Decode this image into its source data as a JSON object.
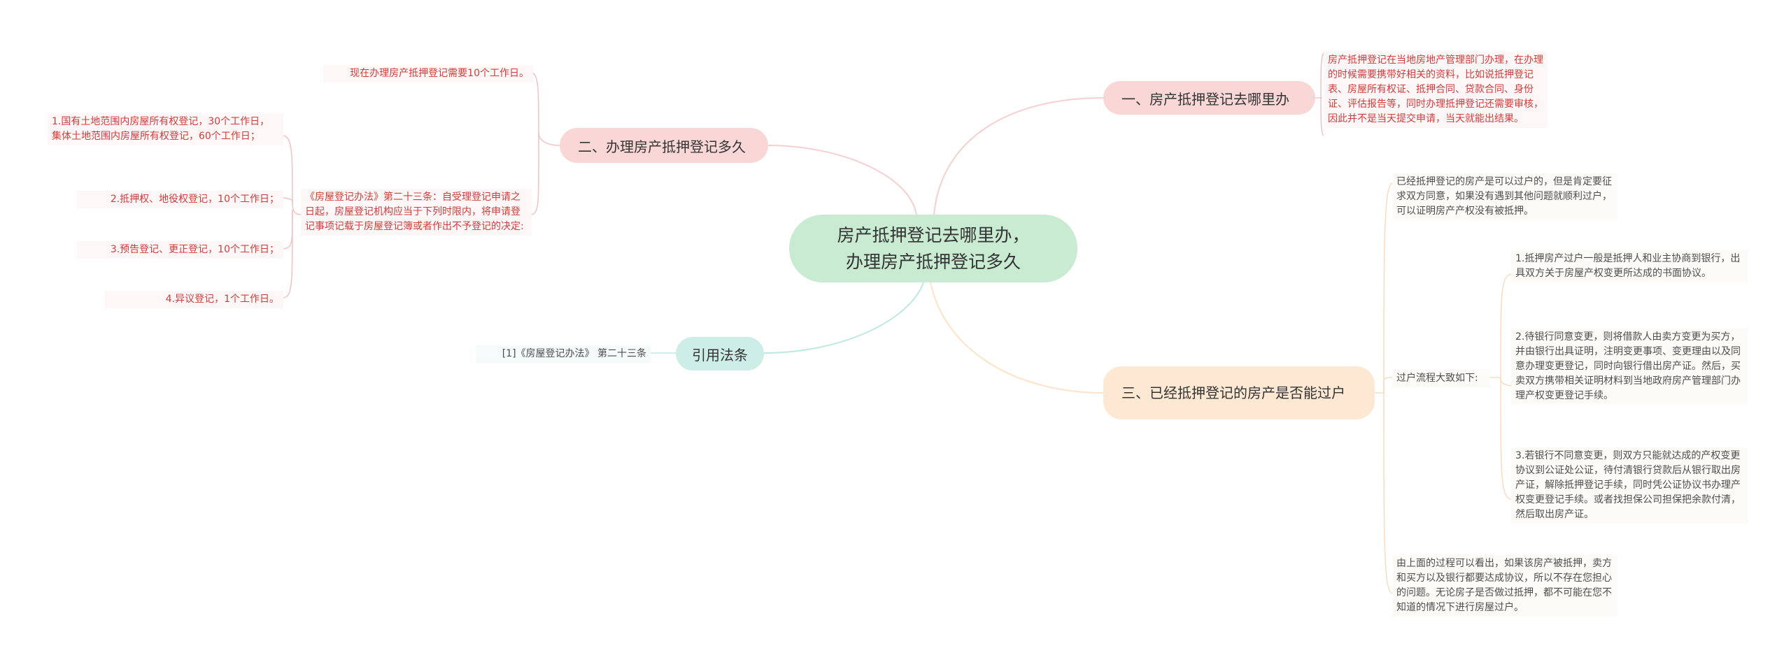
{
  "root": {
    "title": "房产抵押登记去哪里办，\n办理房产抵押登记多久"
  },
  "branches": {
    "b1": {
      "label": "一、房产抵押登记去哪里办"
    },
    "b2": {
      "label": "二、办理房产抵押登记多久"
    },
    "b3": {
      "label": "引用法条"
    },
    "b4": {
      "label": "三、已经抵押登记的房产是否能过户"
    }
  },
  "leaves": {
    "b1_text": "房产抵押登记在当地房地产管理部门办理，在办理的时候需要携带好相关的资料，比如说抵押登记表、房屋所有权证、抵押合同、贷款合同、身份证、评估报告等，同时办理抵押登记还需要审核，因此并不是当天提交申请，当天就能出结果。",
    "b2_time": "现在办理房产抵押登记需要10个工作日。",
    "b2_law": "《房屋登记办法》第二十三条：自受理登记申请之日起，房屋登记机构应当于下列时限内，将申请登记事项记载于房屋登记簿或者作出不予登记的决定:",
    "b2_item1": "1.国有土地范围内房屋所有权登记，30个工作日，集体土地范围内房屋所有权登记，60个工作日；",
    "b2_item2": "2.抵押权、地役权登记，10个工作日；",
    "b2_item3": "3.预告登记、更正登记，10个工作日；",
    "b2_item4": "4.异议登记，1个工作日。",
    "b3_ref": "[1]《房屋登记办法》 第二十三条",
    "b4_intro": "已经抵押登记的房产是可以过户的，但是肯定要征求双方同意，如果没有遇到其他问题就顺利过户，可以证明房产产权没有被抵押。",
    "b4_process": "过户流程大致如下:",
    "b4_step1": "1.抵押房产过户一般是抵押人和业主协商到银行，出具双方关于房屋产权变更所达成的书面协议。",
    "b4_step2": "2.待银行同意变更，则将借款人由卖方变更为买方，并由银行出具证明，注明变更事项、变更理由以及同意办理变更登记，同时向银行借出房产证。然后，买卖双方携带相关证明材料到当地政府房产管理部门办理产权变更登记手续。",
    "b4_step3": "3.若银行不同意变更，则双方只能就达成的产权变更协议到公证处公证，待付清银行贷款后从银行取出房产证，解除抵押登记手续，同时凭公证协议书办理产权变更登记手续。或者找担保公司担保把余款付清，然后取出房产证。",
    "b4_conclusion": "由上面的过程可以看出，如果该房产被抵押，卖方和买方以及银行都要达成协议，所以不存在您担心的问题。无论房子是否做过抵押，都不可能在您不知道的情况下进行房屋过户。"
  },
  "colors": {
    "root_bg": "#c9ebd2",
    "pink_branch": "#fad7d7",
    "teal_branch": "#cdeee6",
    "peach_branch": "#fde9d3",
    "red_text": "#d23b3b"
  }
}
